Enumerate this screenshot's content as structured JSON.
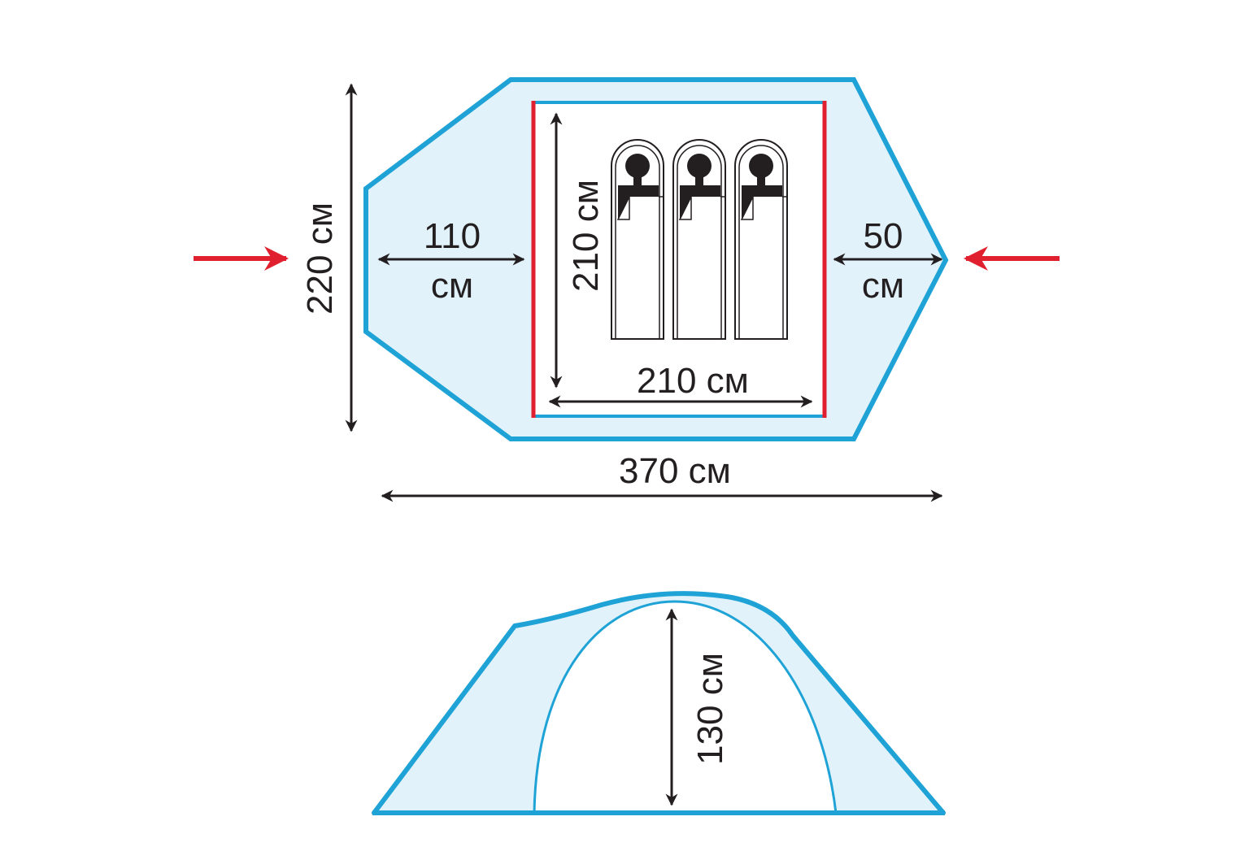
{
  "colors": {
    "tent_outline": "#1fa3d6",
    "tent_fill": "#e2f2fb",
    "inner_wall": "#e0202e",
    "entrance_arrow": "#e0202e",
    "ink": "#231f20"
  },
  "floor_plan": {
    "width_label": "220 см",
    "vestibule_left_value": "110",
    "vestibule_left_unit": "см",
    "vestibule_right_value": "50",
    "vestibule_right_unit": "см",
    "inner_depth_label": "210 см",
    "inner_width_label": "210 см",
    "total_length_label": "370 см",
    "sleeping_places": 3
  },
  "side_view": {
    "height_label": "130 см"
  }
}
